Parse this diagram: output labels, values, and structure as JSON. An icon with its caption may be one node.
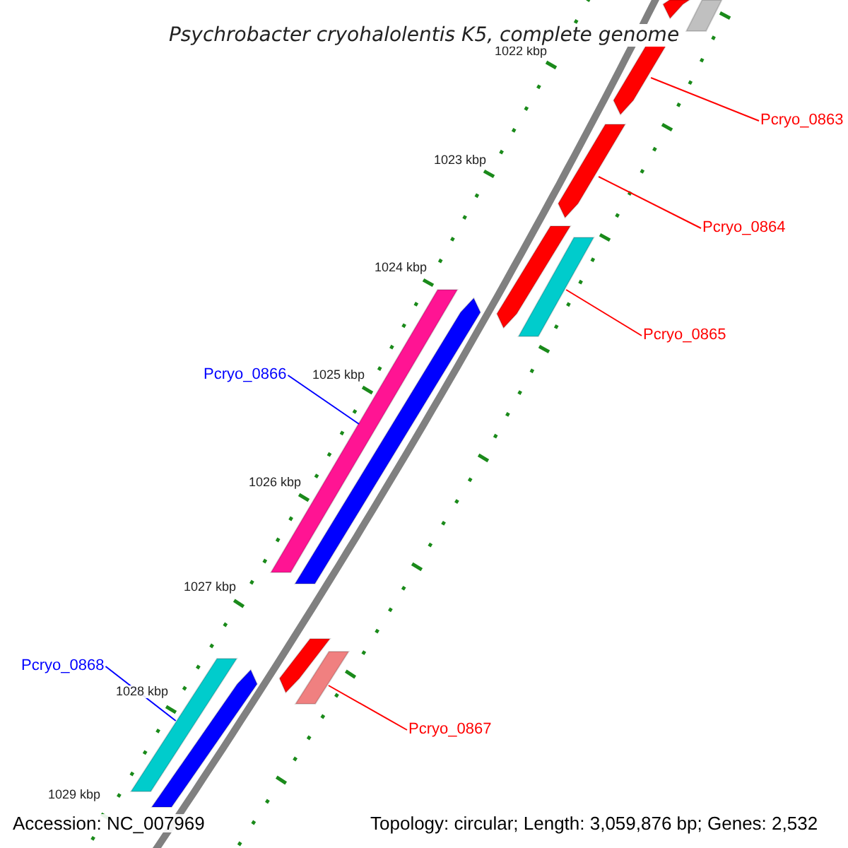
{
  "diagram": {
    "title": "Psychrobacter cryohalolentis K5, complete genome",
    "nodes": [
      {
        "text": [],
        "shape": "bar"
      },
      {
        "text": [],
        "shape": "bar"
      },
      {
        "text": [],
        "shape": "bar"
      },
      {
        "text": [
          "Pcryo_0863"
        ]
      },
      {
        "text": [],
        "shape": "bar"
      },
      {
        "text": [
          "Pcryo_0864"
        ]
      },
      {
        "text": [],
        "shape": "bar"
      },
      {
        "text": [],
        "shape": "bar"
      },
      {
        "text": [
          "Pcryo_0865"
        ]
      },
      {
        "text": [],
        "shape": "bar"
      },
      {
        "text": [],
        "shape": "bar"
      },
      {
        "text": [
          "Pcryo_0866"
        ]
      },
      {
        "text": [],
        "shape": "bar"
      },
      {
        "text": [],
        "shape": "bar"
      },
      {
        "text": [
          "Pcryo_0868"
        ]
      },
      {
        "text": [
          "Pcryo_0867"
        ]
      },
      {
        "text": [],
        "shape": "bar"
      },
      {
        "text": [],
        "shape": "bar"
      }
    ],
    "edges": [
      {
        "from": 3,
        "to": 2,
        "arrow": "none"
      },
      {
        "from": 5,
        "to": 4,
        "arrow": "none"
      },
      {
        "from": 8,
        "to": 7,
        "arrow": "none"
      },
      {
        "from": 11,
        "to": 9,
        "arrow": "none",
        "color": "#0000ff"
      },
      {
        "from": 15,
        "to": 13,
        "arrow": "none"
      },
      {
        "from": 14,
        "to": 16,
        "arrow": "none",
        "color": "#0000ff"
      }
    ],
    "labels": [
      "1022 kbp",
      "1023 kbp",
      "1024 kbp",
      "1025 kbp",
      "1026 kbp",
      "1027 kbp",
      "1028 kbp",
      "1029 kbp",
      "Accession: NC_007969",
      "Topology: circular; Length: 3,059,876 bp; Genes: 2,532"
    ]
  }
}
